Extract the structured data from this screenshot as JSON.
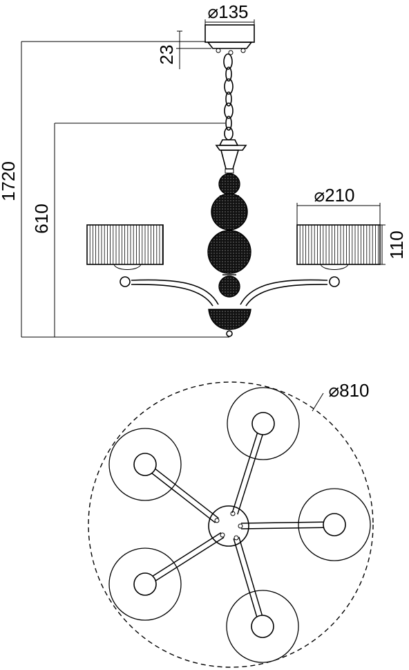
{
  "dimensions": {
    "canopy_diameter": "⌀135",
    "canopy_height": "23",
    "total_height": "1720",
    "body_height": "610",
    "shade_diameter": "⌀210",
    "shade_height": "110",
    "overall_diameter": "⌀810"
  },
  "colors": {
    "line": "#000000",
    "background": "#ffffff",
    "crystal": "#111111"
  },
  "views": [
    "side-elevation",
    "top-plan"
  ],
  "arm_count": 5
}
